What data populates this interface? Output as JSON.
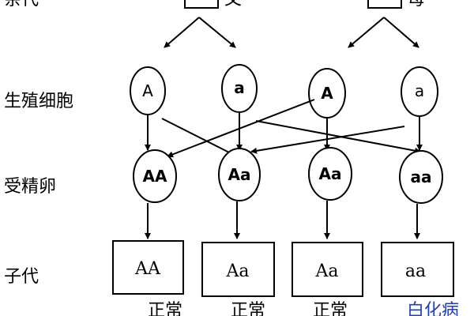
{
  "colors": {
    "stroke": "#000000",
    "normal_text": "#000000",
    "albinism_text": "#1f3fbf"
  },
  "row_labels": {
    "parents": "亲代",
    "gametes": "生殖细胞",
    "zygotes": "受精卵",
    "offspring": "子代"
  },
  "parents": {
    "father": {
      "symbol": "",
      "label": "父"
    },
    "mother": {
      "symbol": "",
      "label": "母"
    }
  },
  "gametes": [
    "A",
    "a",
    "A",
    "a"
  ],
  "zygotes": [
    "AA",
    "Aa",
    "Aa",
    "aa"
  ],
  "offspring": [
    {
      "genotype": "AA",
      "phenotype": "正常"
    },
    {
      "genotype": "Aa",
      "phenotype": "正常"
    },
    {
      "genotype": "Aa",
      "phenotype": "正常"
    },
    {
      "genotype": "aa",
      "phenotype": "白化病"
    }
  ]
}
